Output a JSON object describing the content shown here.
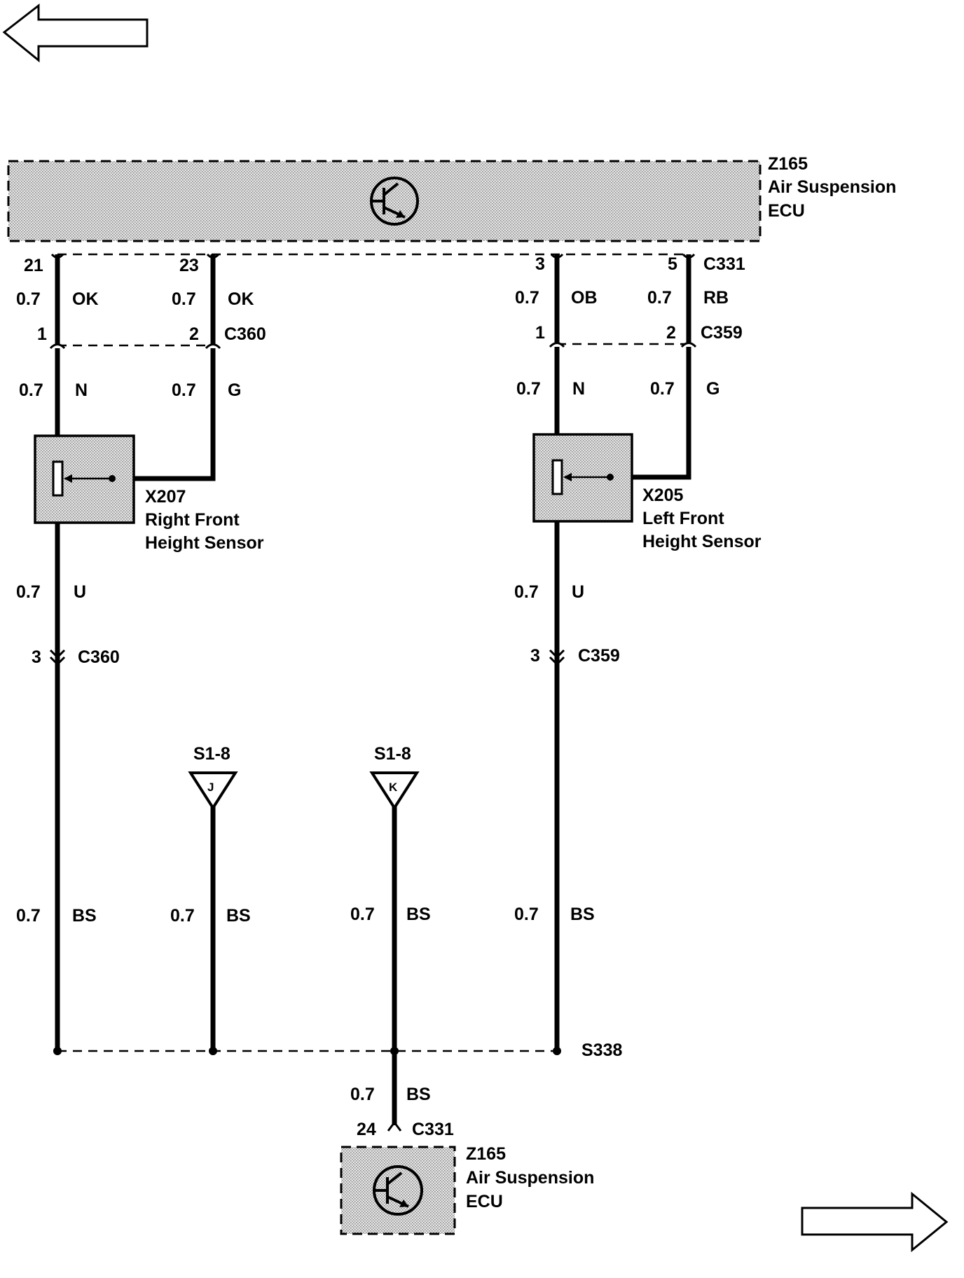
{
  "ecu_top": {
    "id": "Z165",
    "line1": "Air Suspension",
    "line2": "ECU"
  },
  "ecu_bottom": {
    "id": "Z165",
    "line1": "Air Suspension",
    "line2": "ECU"
  },
  "connectors": {
    "c331": "C331",
    "c360": "C360",
    "c359": "C359",
    "c331_bottom": "C331",
    "c360_low": "C360",
    "c359_low": "C359"
  },
  "pins": {
    "p21": "21",
    "p23": "23",
    "p3": "3",
    "p5": "5",
    "c360_1": "1",
    "c360_2": "2",
    "c359_1": "1",
    "c359_2": "2",
    "c360_3": "3",
    "c359_3": "3",
    "p24": "24"
  },
  "wires": {
    "w1_top": {
      "size": "0.7",
      "color": "OK"
    },
    "w2_top": {
      "size": "0.7",
      "color": "OK"
    },
    "w3_top": {
      "size": "0.7",
      "color": "OB"
    },
    "w4_top": {
      "size": "0.7",
      "color": "RB"
    },
    "w1_mid": {
      "size": "0.7",
      "color": "N"
    },
    "w2_mid": {
      "size": "0.7",
      "color": "G"
    },
    "w3_mid": {
      "size": "0.7",
      "color": "N"
    },
    "w4_mid": {
      "size": "0.7",
      "color": "G"
    },
    "w1_low": {
      "size": "0.7",
      "color": "U"
    },
    "w3_low": {
      "size": "0.7",
      "color": "U"
    },
    "g1": {
      "size": "0.7",
      "color": "BS"
    },
    "g2": {
      "size": "0.7",
      "color": "BS"
    },
    "g3": {
      "size": "0.7",
      "color": "BS"
    },
    "g4": {
      "size": "0.7",
      "color": "BS"
    },
    "g_out": {
      "size": "0.7",
      "color": "BS"
    }
  },
  "sensors": {
    "right": {
      "id": "X207",
      "line1": "Right Front",
      "line2": "Height Sensor"
    },
    "left": {
      "id": "X205",
      "line1": "Left Front",
      "line2": "Height Sensor"
    }
  },
  "refs": {
    "j": {
      "sheet": "S1-8",
      "letter": "J"
    },
    "k": {
      "sheet": "S1-8",
      "letter": "K"
    }
  },
  "splice": "S338",
  "navigation": {
    "prev": "left-arrow",
    "next": "right-arrow"
  }
}
